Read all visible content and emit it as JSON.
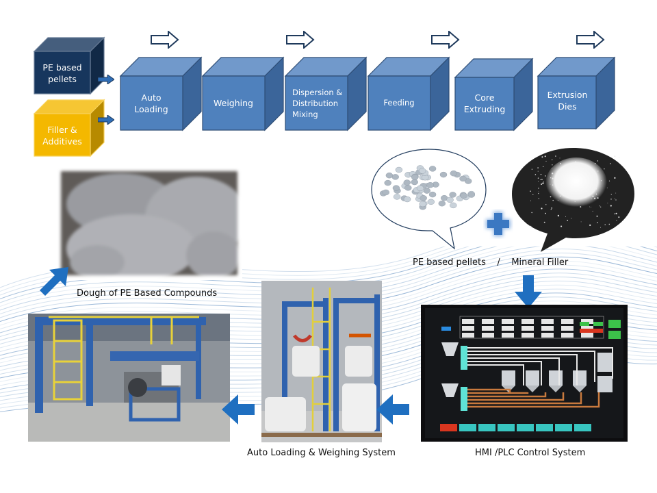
{
  "diagram": {
    "inputs": [
      {
        "label": "PE based\npellets",
        "color": "#17365D"
      },
      {
        "label": "Filler &\nAdditives",
        "color": "#F4B800"
      }
    ],
    "process_steps": [
      {
        "label": "Auto\nLoading"
      },
      {
        "label": "Weighing"
      },
      {
        "label": "Dispersion &\nDistribution\nMixing"
      },
      {
        "label": "Feeding"
      },
      {
        "label": "Core\nExtruding"
      },
      {
        "label": "Extrusion\nDies"
      }
    ],
    "colors": {
      "step_front": "#4F81BD",
      "step_top": "#7199CB",
      "step_side": "#3B659A",
      "step_border": "#2E4D75",
      "accent_arrow": "#1F6FC0"
    }
  },
  "captions": {
    "materials": "PE based pellets    /    Mineral Filler",
    "dough": "Dough of PE Based Compounds",
    "loading": "Auto Loading & Weighing System",
    "hmi": "HMI /PLC Control System"
  },
  "images": {
    "pellets": "pe-pellets-photo",
    "filler": "mineral-filler-photo",
    "dough": "dough-photo",
    "extruder_line": "extrusion-line-photo",
    "loading_system": "auto-loading-system-photo",
    "hmi_screen": "hmi-plc-screen-photo"
  }
}
